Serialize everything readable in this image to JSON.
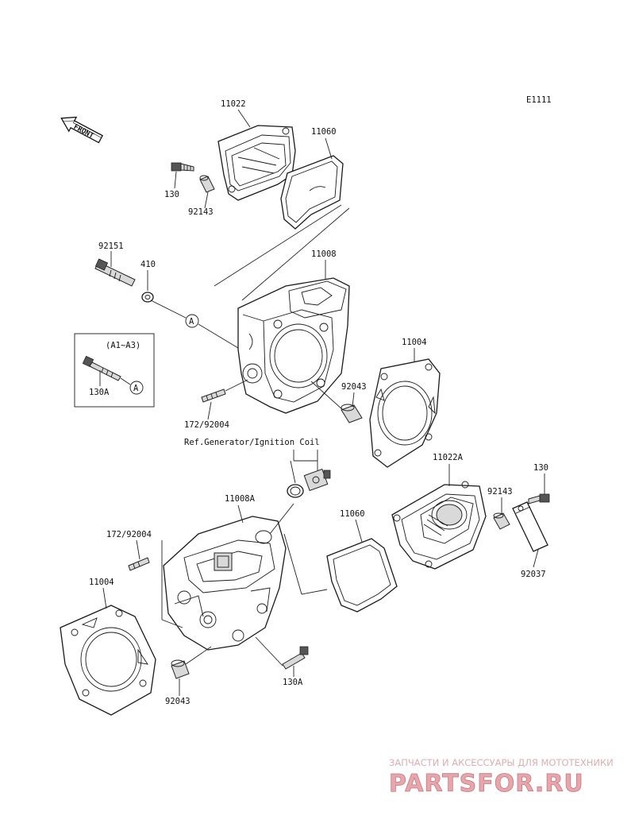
{
  "diagram_code": "E1111",
  "front_label": "FRONT",
  "ref_note": "Ref.Generator/Ignition Coil",
  "callouts": {
    "p11022_top": "11022",
    "p11060_top": "11060",
    "p130_top": "130",
    "p92143_top": "92143",
    "p92151": "92151",
    "p410": "410",
    "p11008": "11008",
    "inset_range": "(A1~A3)",
    "inset_130A": "130A",
    "p11004_right": "11004",
    "p92043_right": "92043",
    "p172_92004_top": "172/92004",
    "p11022A": "11022A",
    "p130_right": "130",
    "p92143_right": "92143",
    "p11008A": "11008A",
    "p11060_bottom": "11060",
    "p172_92004_bottom": "172/92004",
    "p92037": "92037",
    "p11004_left": "11004",
    "p130A_bottom": "130A",
    "p92043_bottom": "92043"
  },
  "markers": {
    "a_main": "A",
    "a_inset": "A"
  },
  "watermark": {
    "tagline": "ЗАПЧАСТИ И АКСЕССУАРЫ ДЛЯ МОТОТЕХНИКИ",
    "logo": "PARTSFOR.RU"
  }
}
